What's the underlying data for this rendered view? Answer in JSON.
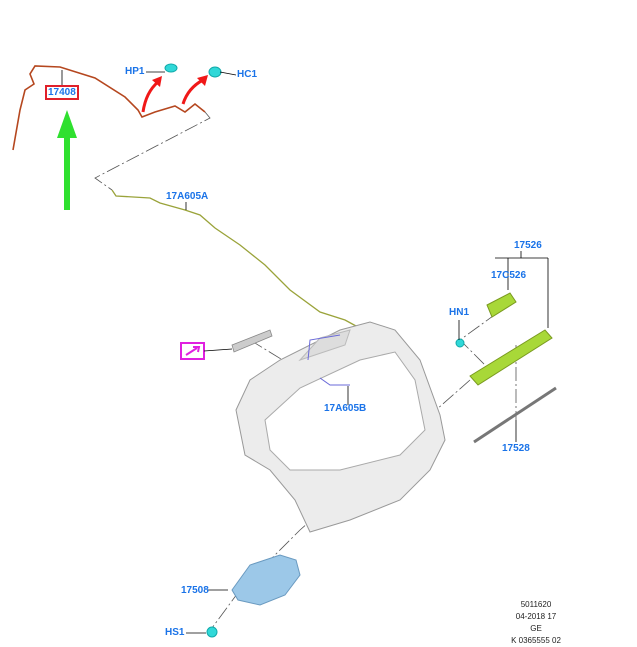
{
  "callouts": {
    "p17408": "17408",
    "hp1": "HP1",
    "hc1": "HC1",
    "p17A605A": "17A605A",
    "p17A605B": "17A605B",
    "p17526": "17526",
    "p17C526": "17C526",
    "hn1": "HN1",
    "p17528": "17528",
    "p17508": "17508",
    "hs1": "HS1"
  },
  "reference": {
    "line1": "5011620",
    "line2": "04-2018 17",
    "line3": "GE",
    "line4": "K 0365555 02"
  },
  "colors": {
    "callout": "#1a73e8",
    "highlight_box": "#e0202a",
    "hose": "#b5471f",
    "wire": "#9aa33a",
    "pointer_arrow": "#2fe02f",
    "red_arrows": "#f01818",
    "magenta_symbol": "#e020e0",
    "wiper_parts": "#a8d838",
    "clips": "#30d8d8",
    "motor": "#9cc8e8"
  }
}
